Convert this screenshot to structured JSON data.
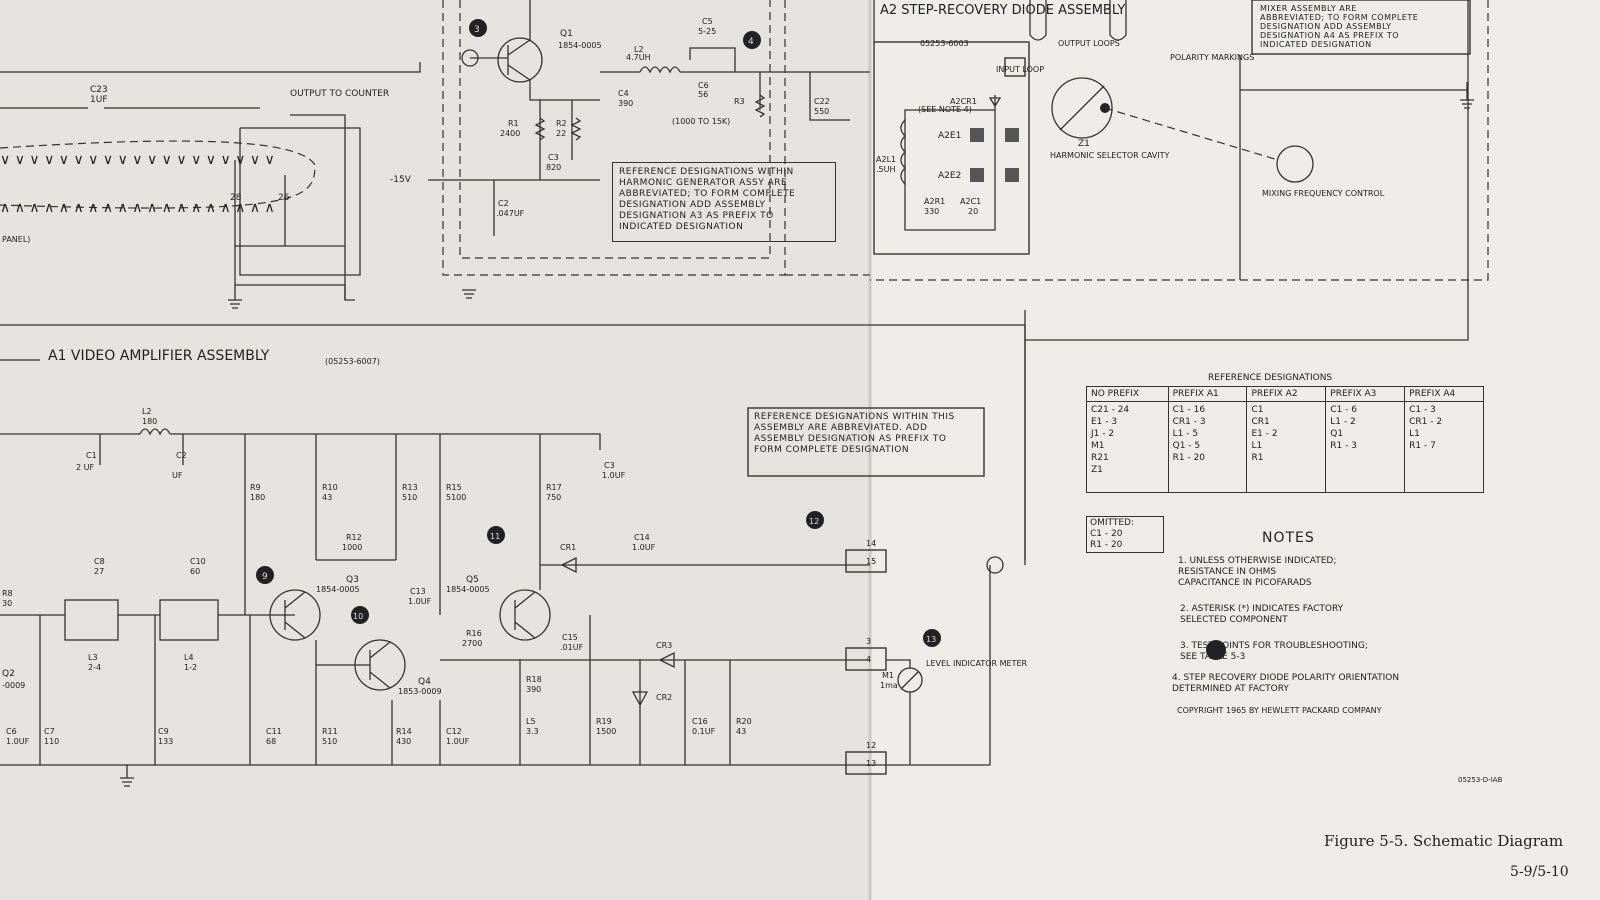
{
  "top_section": {
    "a2_title": "A2 STEP-RECOVERY DIODE ASSEMBLY",
    "a2_part": "05253-6003",
    "mixer_note": "MIXER ASSEMBLY ARE\nABBREVIATED; TO FORM COMPLETE\nDESIGNATION ADD ASSEMBLY\nDESIGNATION A4 AS PREFIX TO\nINDICATED DESIGNATION",
    "harmonic_note": "REFERENCE DESIGNATIONS WITHIN\nHARMONIC GENERATOR ASSY ARE\nABBREVIATED; TO FORM COMPLETE\nDESIGNATION ADD ASSEMBLY\nDESIGNATION A3 AS PREFIX TO\nINDICATED DESIGNATION",
    "labels": {
      "output_to_counter": "OUTPUT TO COUNTER",
      "c23": "C23",
      "c23_val": "1UF",
      "neg15v": "-15V",
      "panel": "PANEL)",
      "pin28": "28",
      "pin26": "26",
      "q1": "Q1",
      "q1_part": "1854-0005",
      "r1": "R1",
      "r1_val": "2400",
      "r2": "R2",
      "r2_val": "22",
      "c3": "C3",
      "c3_val": "820",
      "c2": "C2",
      "c2_val": ".047UF",
      "l2": "L2",
      "l2_val": "4.7UH",
      "c5": "C5",
      "c5_val": "5-25",
      "c6": "C6",
      "c6_val": "56",
      "c4": "C4",
      "c4_val": "390",
      "r3": "R3",
      "r3_val": "(1000 TO 15K)",
      "c22": "C22",
      "c22_val": "550",
      "input_loop": "INPUT LOOP",
      "a2cr1": "A2CR1",
      "see_note4": "(SEE NOTE 4)",
      "a2e1": "A2E1",
      "a2e2": "A2E2",
      "a2l1": "A2L1",
      "a2l1_val": ".5UH",
      "a2r1": "A2R1",
      "a2r1_val": "330",
      "a2c1": "A2C1",
      "a2c1_val": "20",
      "output_loops": "OUTPUT LOOPS",
      "polarity": "POLARITY MARKINGS",
      "z1": "Z1",
      "z1_desc": "HARMONIC SELECTOR CAVITY",
      "mixing": "MIXING FREQUENCY CONTROL",
      "tp3": "3",
      "tp4": "4"
    }
  },
  "a1": {
    "title": "A1 VIDEO AMPLIFIER ASSEMBLY",
    "part": "(05253-6007)",
    "note": "REFERENCE DESIGNATIONS WITHIN THIS\nASSEMBLY ARE ABBREVIATED. ADD\nASSEMBLY DESIGNATION AS PREFIX TO\nFORM COMPLETE DESIGNATION",
    "labels": {
      "l2": "L2",
      "l2_val": "180",
      "c1": "C1",
      "c1_val": "2 UF",
      "c2": "C2",
      "c2_val": "UF",
      "r9": "R9",
      "r9_val": "180",
      "r10": "R10",
      "r10_val": "43",
      "r13": "R13",
      "r13_val": "510",
      "r15": "R15",
      "r15_val": "5100",
      "r17": "R17",
      "r17_val": "750",
      "c3": "C3",
      "c3_val": "1.0UF",
      "r12": "R12",
      "r12_val": "1000",
      "c8": "C8",
      "c8_val": "27",
      "c10": "C10",
      "c10_val": "60",
      "q3": "Q3",
      "q3_part": "1854-0005",
      "q4": "Q4",
      "q4_part": "1853-0009",
      "q5": "Q5",
      "q5_part": "1854-0005",
      "c13": "C13",
      "c13_val": "1.0UF",
      "r16": "R16",
      "r16_val": "2700",
      "cr1": "CR1",
      "c14": "C14",
      "c14_val": "1.0UF",
      "c15": "C15",
      "c15_val": ".01UF",
      "cr3": "CR3",
      "cr2": "CR2",
      "l3": "L3",
      "l3_val": "2-4",
      "l4": "L4",
      "l4_val": "1-2",
      "q2": "Q2",
      "q2_part": "-0009",
      "r8": "R8",
      "r8_val": "30",
      "c6": "C6",
      "c6_val": "1.0UF",
      "c7": "C7",
      "c7_val": "110",
      "c9": "C9",
      "c9_val": "133",
      "c11": "C11",
      "c11_val": "68",
      "r11": "R11",
      "r11_val": "510",
      "r14": "R14",
      "r14_val": "430",
      "c12": "C12",
      "c12_val": "1.0UF",
      "r18": "R18",
      "r18_val": "390",
      "l5": "L5",
      "l5_val": "3.3",
      "r19": "R19",
      "r19_val": "1500",
      "c16": "C16",
      "c16_val": "0.1UF",
      "r20": "R20",
      "r20_val": "43",
      "m1": "M1",
      "m1_val": "1ma",
      "meter": "LEVEL INDICATOR METER",
      "tp9": "9",
      "tp10": "10",
      "tp11": "11",
      "tp12": "12",
      "tp13": "13",
      "pin14": "14",
      "pin15": "15",
      "pin3": "3",
      "pin4": "4",
      "pin12": "12",
      "pin13": "13"
    }
  },
  "reference_table": {
    "title": "REFERENCE DESIGNATIONS",
    "headers": [
      "NO PREFIX",
      "PREFIX A1",
      "PREFIX A2",
      "PREFIX A3",
      "PREFIX A4"
    ],
    "cells": [
      "C21 - 24\nE1 - 3\nJ1 - 2\nM1\nR21\nZ1",
      "C1 - 16\nCR1 - 3\nL1 - 5\nQ1 - 5\nR1 - 20",
      "C1\nCR1\nE1 - 2\nL1\nR1",
      "C1 - 6\nL1 - 2\nQ1\nR1 - 3",
      "C1 - 3\nCR1 - 2\nL1\nR1 - 7"
    ],
    "omitted": "OMITTED:\nC1 - 20\nR1 - 20"
  },
  "notes": {
    "title": "NOTES",
    "n1": "1. UNLESS OTHERWISE INDICATED;\n    RESISTANCE IN OHMS\n    CAPACITANCE IN PICOFARADS",
    "n2": "2.   ASTERISK (*) INDICATES FACTORY\n      SELECTED COMPONENT",
    "n3": "3.        TEST POINTS FOR TROUBLESHOOTING;\n           SEE TABLE 5-3",
    "n4": "4. STEP RECOVERY DIODE POLARITY ORIENTATION\n    DETERMINED AT FACTORY"
  },
  "copyright": "COPYRIGHT 1965 BY HEWLETT PACKARD COMPANY",
  "drawing_no": "05253-D-IAB",
  "figure_caption": "Figure 5-5.  Schematic Diagram",
  "page_number": "5-9/5-10"
}
